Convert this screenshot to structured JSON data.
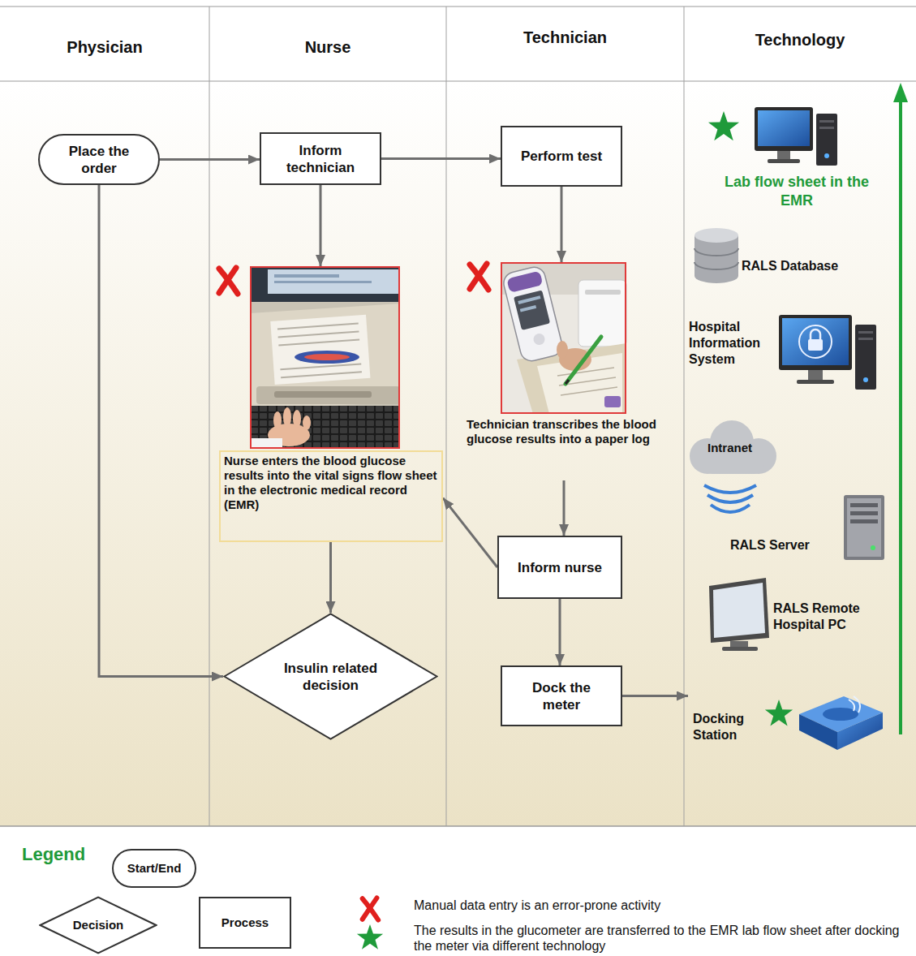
{
  "diagram": {
    "nodes": [
      {
        "text": [
          "Physician"
        ]
      },
      {
        "text": [
          "Nurse"
        ]
      },
      {
        "text": [
          "Technician"
        ]
      },
      {
        "text": [
          "Technology"
        ]
      },
      {
        "text": [
          "Place the order"
        ],
        "in": 0
      },
      {
        "text": [
          "Inform technician"
        ],
        "in": 1
      },
      {
        "text": [
          "Nurse enters the blood glucose results into the vital signs flow sheet in the electronic medical record (EMR)"
        ],
        "in": 1
      },
      {
        "text": [
          "Insulin related decision"
        ],
        "in": 1
      },
      {
        "text": [
          "Perform test"
        ],
        "in": 2
      },
      {
        "text": [
          "Technician transcribes the blood glucose results into a paper log"
        ],
        "in": 2
      },
      {
        "text": [
          "Inform nurse"
        ],
        "in": 2
      },
      {
        "text": [
          "Dock the meter"
        ],
        "in": 2
      },
      {
        "text": [
          "Docking Station"
        ],
        "in": 3
      }
    ],
    "edges": [
      {
        "from": 4,
        "to": 5,
        "arrow": "to"
      },
      {
        "from": 5,
        "to": 8,
        "arrow": "to"
      },
      {
        "from": 5,
        "to": 6,
        "arrow": "to"
      },
      {
        "from": 8,
        "to": 9,
        "arrow": "to"
      },
      {
        "from": 9,
        "to": 10,
        "arrow": "to"
      },
      {
        "from": 10,
        "to": 6,
        "arrow": "to"
      },
      {
        "from": 6,
        "to": 7,
        "arrow": "to"
      },
      {
        "from": 4,
        "to": 7,
        "arrow": "to"
      },
      {
        "from": 10,
        "to": 11,
        "arrow": "to"
      },
      {
        "from": 11,
        "to": 12,
        "arrow": "to"
      }
    ],
    "labels": [
      "Lab flow sheet in the EMR",
      "RALS Database",
      "Hospital Information System",
      "Intranet",
      "RALS Server",
      "RALS Remote Hospital PC",
      "Legend"
    ],
    "legend": [
      {
        "text": "Start/End"
      },
      {
        "text": "Decision"
      },
      {
        "text": "Process"
      },
      {
        "text": "Manual data entry is an error-prone activity"
      },
      {
        "text": "The results in the glucometer are transferred to the EMR lab flow sheet after docking the meter via different technology"
      }
    ]
  }
}
